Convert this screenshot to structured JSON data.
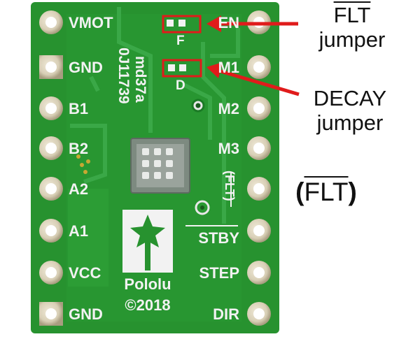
{
  "board": {
    "pin_labels_left": [
      "VMOT",
      "GND",
      "B1",
      "B2",
      "A2",
      "A1",
      "VCC",
      "GND"
    ],
    "pin_labels_right": [
      "EN",
      "M1",
      "M2",
      "M3",
      "(FLT)",
      "STBY",
      "STEP",
      "DIR"
    ],
    "silk_model": "md37a",
    "silk_serial": "0J11739",
    "jumper_letter_top": "F",
    "jumper_letter_bottom": "D",
    "brand": "Pololu",
    "copyright": "©2018"
  },
  "annotations": {
    "flt_line1": "FLT",
    "flt_line2": "jumper",
    "decay_line1": "DECAY",
    "decay_line2": "jumper",
    "flt_paren_open": "(",
    "flt_paren_text": "FLT",
    "flt_paren_close": ")"
  },
  "colors": {
    "pcb": "#27922f",
    "pcb_dark": "#1b7a25",
    "trace": "#3aa847",
    "silk": "#f2f2f2",
    "annotation_red": "#e01b1b"
  }
}
